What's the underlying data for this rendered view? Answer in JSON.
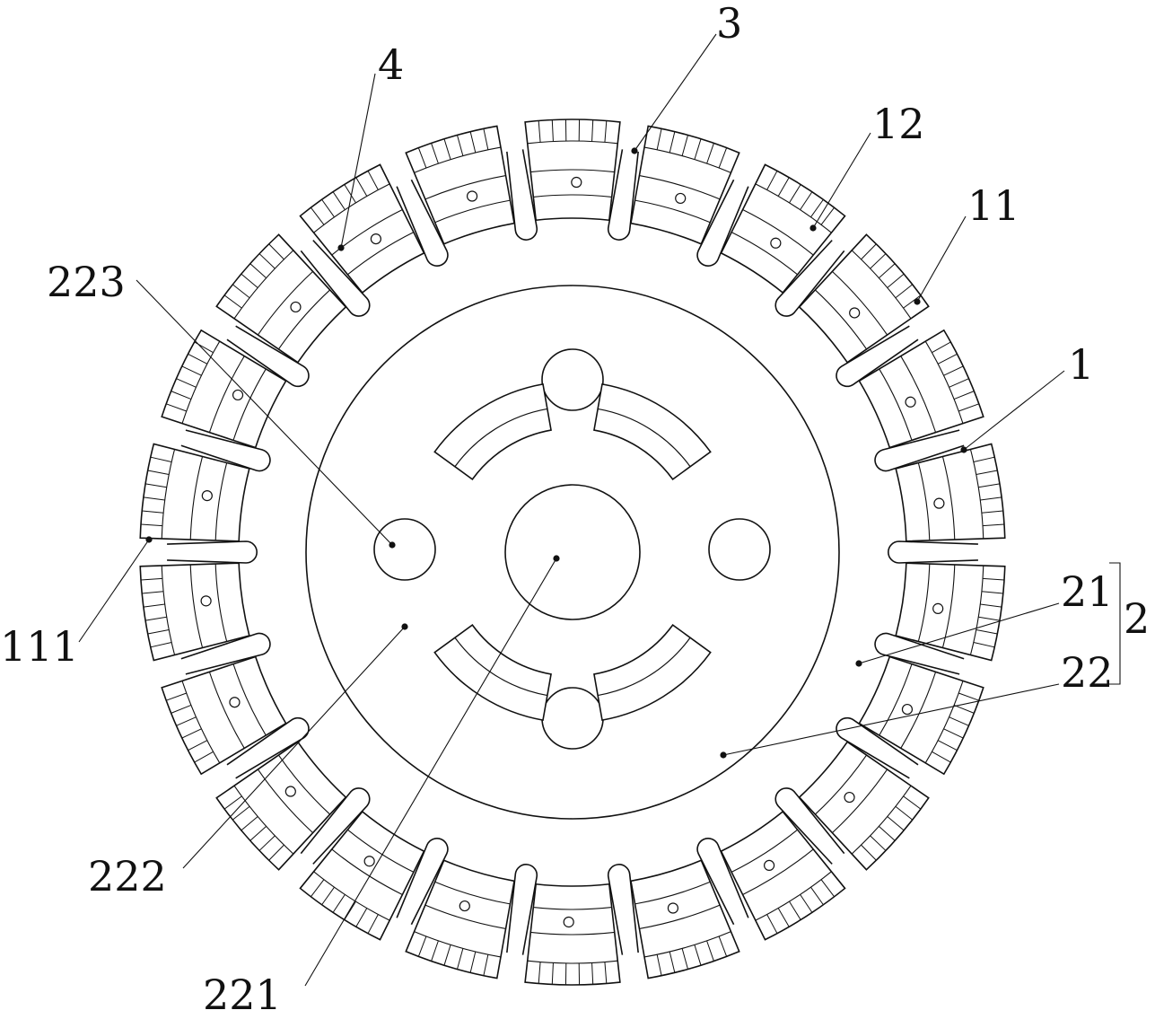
{
  "figure": {
    "segment_count": 22,
    "colors": {
      "ink": "#111111",
      "paper": "#ffffff"
    }
  },
  "labels": {
    "l1": "1",
    "l2": "2",
    "l3": "3",
    "l4": "4",
    "l11": "11",
    "l12": "12",
    "l21": "21",
    "l22": "22",
    "l111": "111",
    "l221": "221",
    "l222": "222",
    "l223": "223"
  }
}
